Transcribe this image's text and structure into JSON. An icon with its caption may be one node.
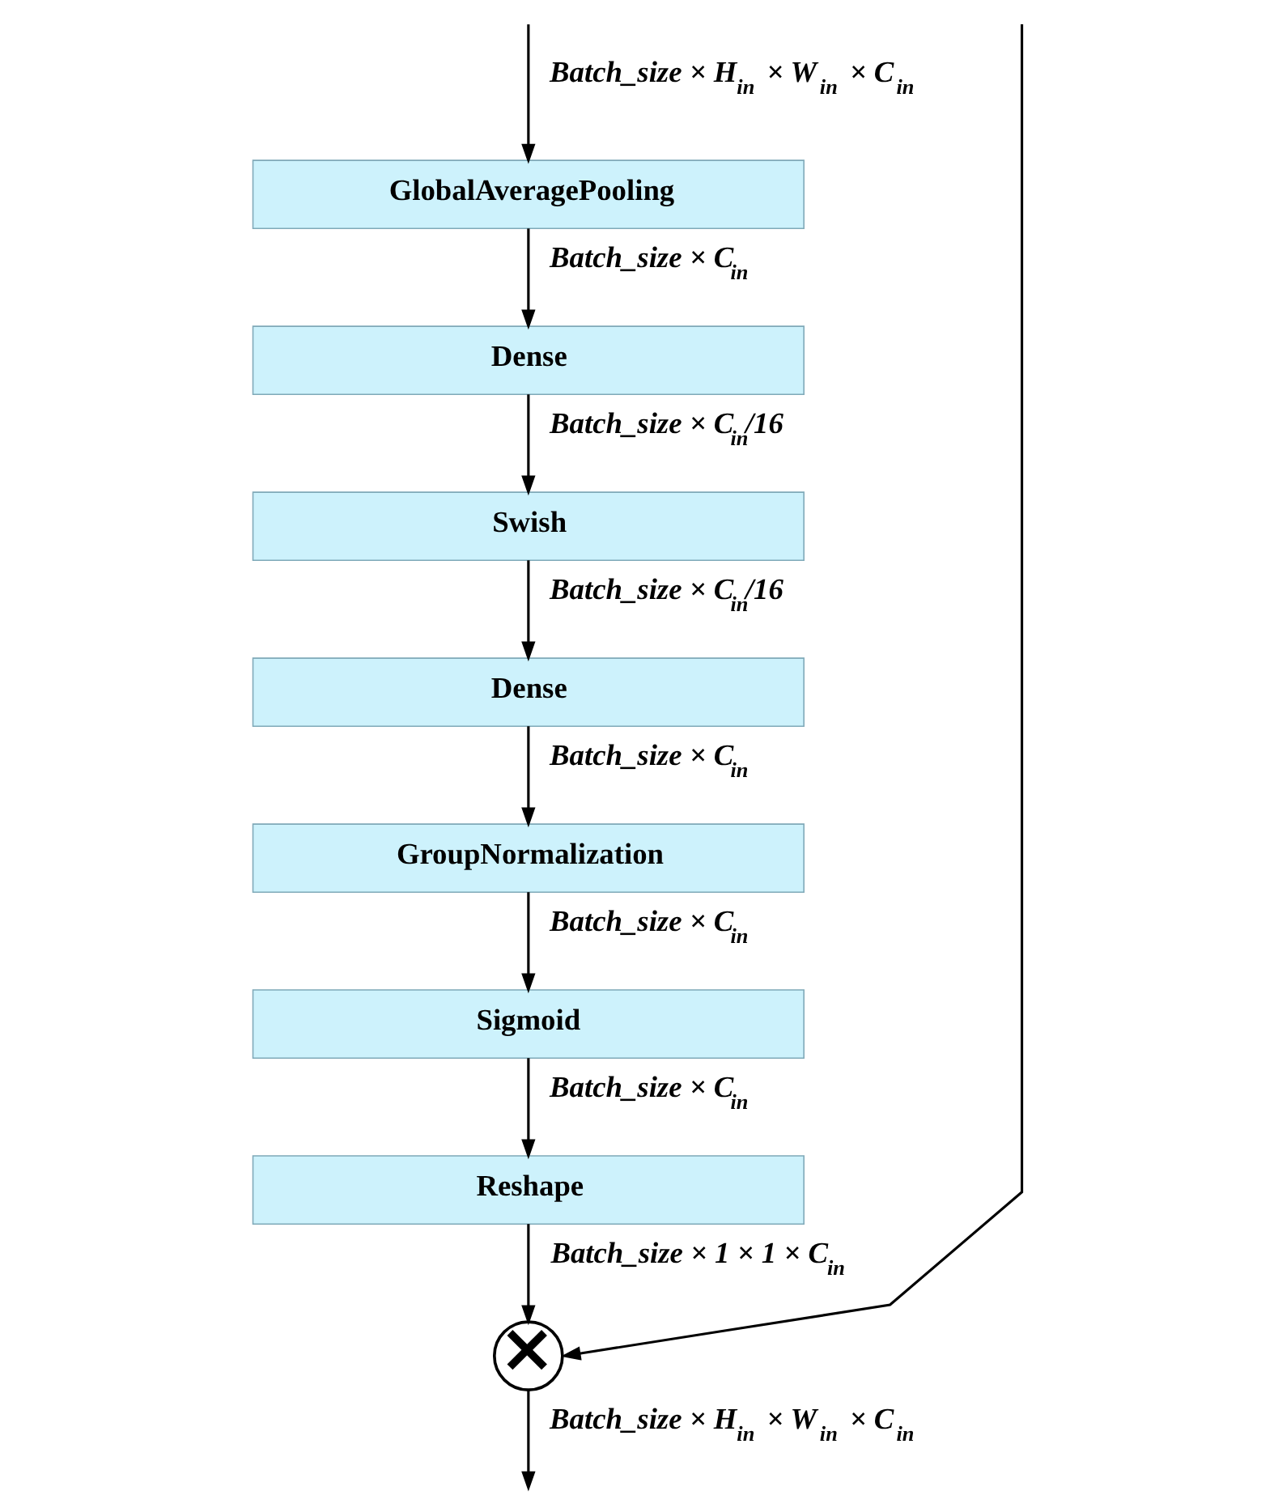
{
  "diagram": {
    "nodes": [
      {
        "text": [
          "GlobalAveragePooling"
        ]
      },
      {
        "text": [
          "Dense"
        ]
      },
      {
        "text": [
          "Swish"
        ]
      },
      {
        "text": [
          "Dense"
        ]
      },
      {
        "text": [
          "GroupNormalization"
        ]
      },
      {
        "text": [
          "Sigmoid"
        ]
      },
      {
        "text": [
          "Reshape"
        ]
      },
      {
        "text": [
          "×"
        ]
      }
    ],
    "edges": [
      {
        "from": null,
        "to": 0,
        "arrow": "to",
        "label": "Batch_size × H$_{in}$ × W$_{in}$ × C$_{in}$"
      },
      {
        "from": null,
        "to": 7,
        "arrow": "to"
      },
      {
        "from": 0,
        "to": 1,
        "arrow": "to",
        "label": "Batch_size × C$_{in}$"
      },
      {
        "from": 1,
        "to": 2,
        "arrow": "to",
        "label": "Batch_size × C$_{in}$/16"
      },
      {
        "from": 2,
        "to": 3,
        "arrow": "to",
        "label": "Batch_size × C$_{in}$/16"
      },
      {
        "from": 3,
        "to": 4,
        "arrow": "to",
        "label": "Batch_size × C$_{in}$"
      },
      {
        "from": 4,
        "to": 5,
        "arrow": "to",
        "label": "Batch_size × C$_{in}$"
      },
      {
        "from": 5,
        "to": 6,
        "arrow": "to",
        "label": "Batch_size × C$_{in}$"
      },
      {
        "from": 6,
        "to": 7,
        "arrow": "to",
        "label": "Batch_size × 1 × 1 × C$_{in}$"
      },
      {
        "from": 7,
        "to": null,
        "arrow": "to",
        "label": "Batch_size × H$_{in}$ × W$_{in}$ × C$_{in}$"
      }
    ]
  }
}
